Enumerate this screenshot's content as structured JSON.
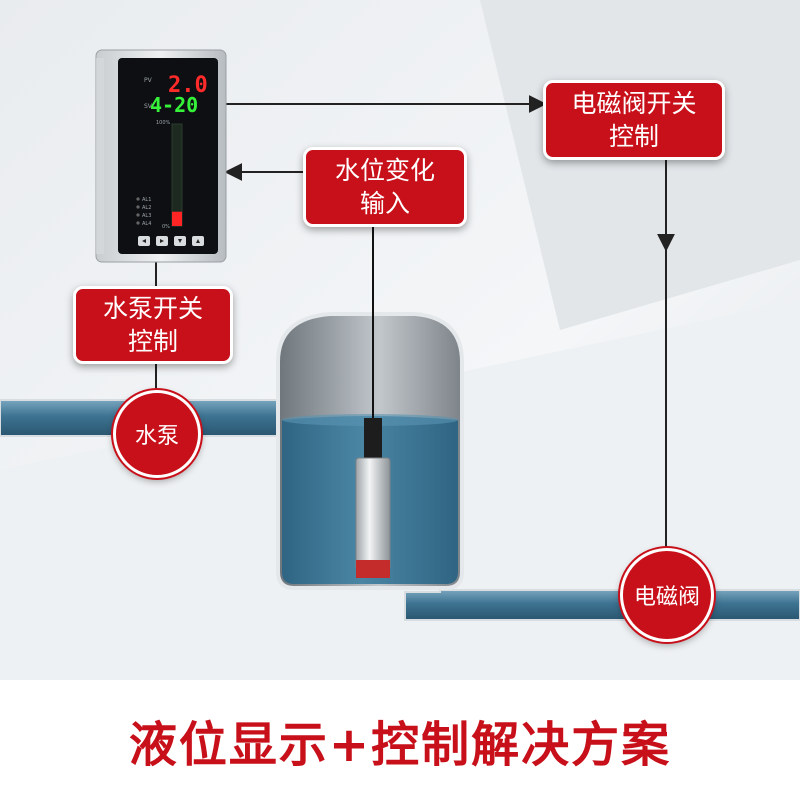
{
  "labels": {
    "valve_control": [
      "电磁阀开关",
      "控制"
    ],
    "level_input": [
      "水位变化",
      "输入"
    ],
    "pump_control": [
      "水泵开关",
      "控制"
    ]
  },
  "circles": {
    "pump": "水泵",
    "valve": "电磁阀"
  },
  "controller": {
    "pv_value": "2.0",
    "sv_value": "4-20",
    "pv_label": "PV",
    "sv_label": "SV",
    "bar_top_label": "100%",
    "bar_bottom_label": "0%",
    "alarm_labels": [
      "AL1",
      "AL2",
      "AL3",
      "AL4"
    ],
    "bar_level": 0.14
  },
  "footer": {
    "title": "液位显示+控制解决方案"
  },
  "colors": {
    "accent_red": "#c8101a",
    "pipe_blue": "#3d7391",
    "water_blue": "#3f7a97"
  }
}
